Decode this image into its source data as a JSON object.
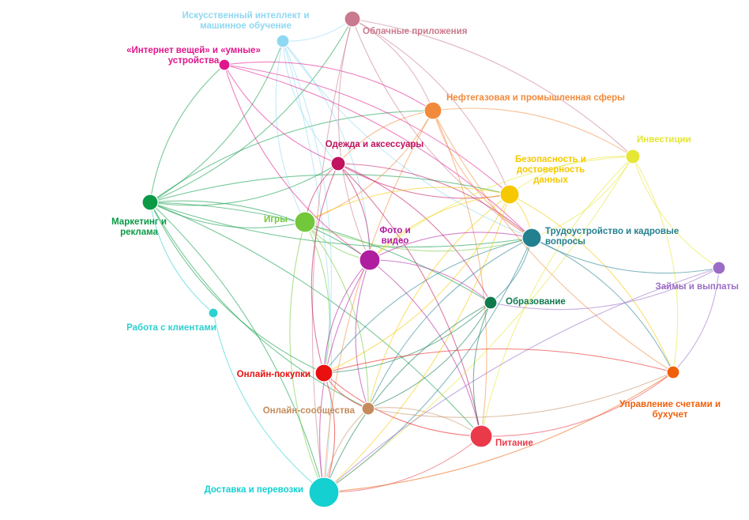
{
  "nodes": [
    {
      "id": "ai",
      "label": [
        "Искусственный интеллект и",
        "машинное обучение"
      ],
      "color": "#8fd8f2"
    },
    {
      "id": "cloud",
      "label": [
        "Облачные приложения"
      ],
      "color": "#c97a8e"
    },
    {
      "id": "iot",
      "label": [
        "«Интернет вещей» и «умные»",
        "устройства"
      ],
      "color": "#e0158c"
    },
    {
      "id": "oil",
      "label": [
        "Нефтегазовая и промышленная сферы"
      ],
      "color": "#f28a3c"
    },
    {
      "id": "clothes",
      "label": [
        "Одежда и аксессуары"
      ],
      "color": "#c0125e"
    },
    {
      "id": "invest",
      "label": [
        "Инвестиции"
      ],
      "color": "#e6e635"
    },
    {
      "id": "security",
      "label": [
        "Безопасность и",
        "достоверность",
        "данных"
      ],
      "color": "#f5c800"
    },
    {
      "id": "marketing",
      "label": [
        "Маркетинг и",
        "реклама"
      ],
      "color": "#0a9a46"
    },
    {
      "id": "games",
      "label": [
        "Игры"
      ],
      "color": "#72c83a"
    },
    {
      "id": "photo",
      "label": [
        "Фото и",
        "видео"
      ],
      "color": "#b01ea0"
    },
    {
      "id": "hr",
      "label": [
        "Трудоустройство и кадровые",
        "вопросы"
      ],
      "color": "#23808f"
    },
    {
      "id": "loans",
      "label": [
        "Займы и выплаты"
      ],
      "color": "#9a6cc6"
    },
    {
      "id": "clients",
      "label": [
        "Работа с клиентами"
      ],
      "color": "#2ecfcf"
    },
    {
      "id": "education",
      "label": [
        "Образование"
      ],
      "color": "#0f7a4e"
    },
    {
      "id": "shopping",
      "label": [
        "Онлайн-покупки"
      ],
      "color": "#ea1010"
    },
    {
      "id": "accounting",
      "label": [
        "Управление счетами и",
        "бухучет"
      ],
      "color": "#f0600a"
    },
    {
      "id": "communities",
      "label": [
        "Онлайн-сообщества"
      ],
      "color": "#c48c5c"
    },
    {
      "id": "food",
      "label": [
        "Питание"
      ],
      "color": "#ea3a4a"
    },
    {
      "id": "delivery",
      "label": [
        "Доставка и перевозки"
      ],
      "color": "#14d0d0"
    }
  ],
  "edges": [
    [
      "marketing",
      "ai"
    ],
    [
      "marketing",
      "iot"
    ],
    [
      "marketing",
      "cloud"
    ],
    [
      "marketing",
      "oil"
    ],
    [
      "marketing",
      "clothes"
    ],
    [
      "marketing",
      "photo"
    ],
    [
      "marketing",
      "hr"
    ],
    [
      "marketing",
      "education"
    ],
    [
      "marketing",
      "shopping"
    ],
    [
      "marketing",
      "delivery"
    ],
    [
      "marketing",
      "games"
    ],
    [
      "marketing",
      "security"
    ],
    [
      "marketing",
      "communities"
    ],
    [
      "marketing",
      "food"
    ],
    [
      "ai",
      "cloud"
    ],
    [
      "ai",
      "photo"
    ],
    [
      "ai",
      "clothes"
    ],
    [
      "ai",
      "delivery"
    ],
    [
      "ai",
      "hr"
    ],
    [
      "ai",
      "shopping"
    ],
    [
      "ai",
      "games"
    ],
    [
      "iot",
      "oil"
    ],
    [
      "iot",
      "clothes"
    ],
    [
      "iot",
      "hr"
    ],
    [
      "iot",
      "photo"
    ],
    [
      "iot",
      "security"
    ],
    [
      "cloud",
      "photo"
    ],
    [
      "cloud",
      "security"
    ],
    [
      "cloud",
      "hr"
    ],
    [
      "cloud",
      "oil"
    ],
    [
      "cloud",
      "delivery"
    ],
    [
      "cloud",
      "invest"
    ],
    [
      "oil",
      "clothes"
    ],
    [
      "oil",
      "games"
    ],
    [
      "oil",
      "hr"
    ],
    [
      "oil",
      "food"
    ],
    [
      "oil",
      "delivery"
    ],
    [
      "oil",
      "invest"
    ],
    [
      "oil",
      "accounting"
    ],
    [
      "clothes",
      "photo"
    ],
    [
      "clothes",
      "shopping"
    ],
    [
      "clothes",
      "food"
    ],
    [
      "clothes",
      "games"
    ],
    [
      "clothes",
      "hr"
    ],
    [
      "clothes",
      "security"
    ],
    [
      "clothes",
      "education"
    ],
    [
      "invest",
      "security"
    ],
    [
      "invest",
      "hr"
    ],
    [
      "invest",
      "loans"
    ],
    [
      "invest",
      "accounting"
    ],
    [
      "invest",
      "food"
    ],
    [
      "invest",
      "delivery"
    ],
    [
      "invest",
      "photo"
    ],
    [
      "security",
      "hr"
    ],
    [
      "security",
      "photo"
    ],
    [
      "security",
      "delivery"
    ],
    [
      "security",
      "communities"
    ],
    [
      "security",
      "shopping"
    ],
    [
      "security",
      "games"
    ],
    [
      "security",
      "accounting"
    ],
    [
      "games",
      "photo"
    ],
    [
      "games",
      "shopping"
    ],
    [
      "games",
      "delivery"
    ],
    [
      "games",
      "communities"
    ],
    [
      "games",
      "hr"
    ],
    [
      "photo",
      "hr"
    ],
    [
      "photo",
      "shopping"
    ],
    [
      "photo",
      "food"
    ],
    [
      "photo",
      "delivery"
    ],
    [
      "photo",
      "education"
    ],
    [
      "photo",
      "communities"
    ],
    [
      "hr",
      "delivery"
    ],
    [
      "hr",
      "communities"
    ],
    [
      "hr",
      "education"
    ],
    [
      "hr",
      "loans"
    ],
    [
      "hr",
      "accounting"
    ],
    [
      "hr",
      "shopping"
    ],
    [
      "loans",
      "accounting"
    ],
    [
      "loans",
      "delivery"
    ],
    [
      "loans",
      "education"
    ],
    [
      "clients",
      "delivery"
    ],
    [
      "clients",
      "marketing"
    ],
    [
      "education",
      "delivery"
    ],
    [
      "education",
      "shopping"
    ],
    [
      "education",
      "food"
    ],
    [
      "education",
      "communities"
    ],
    [
      "shopping",
      "food"
    ],
    [
      "shopping",
      "delivery"
    ],
    [
      "shopping",
      "communities"
    ],
    [
      "shopping",
      "accounting"
    ],
    [
      "communities",
      "delivery"
    ],
    [
      "communities",
      "food"
    ],
    [
      "communities",
      "accounting"
    ],
    [
      "food",
      "delivery"
    ],
    [
      "food",
      "accounting"
    ],
    [
      "accounting",
      "delivery"
    ]
  ]
}
